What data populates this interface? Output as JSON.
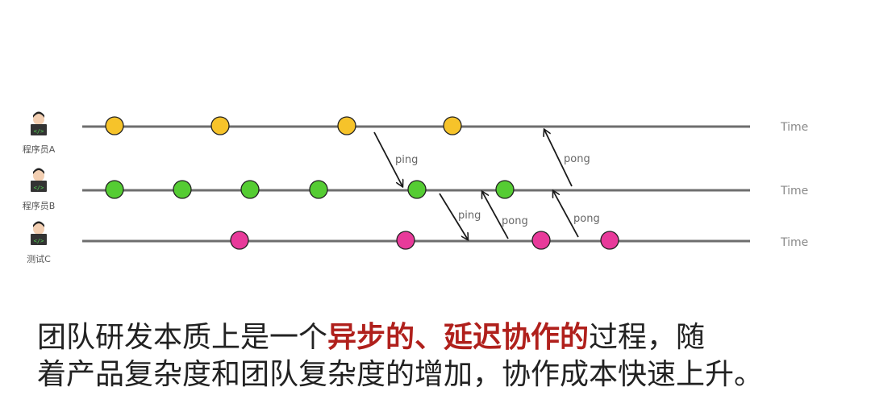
{
  "lanes": [
    {
      "label": "程序员A",
      "time_label": "Time",
      "color": "#f6c32a"
    },
    {
      "label": "程序员B",
      "time_label": "Time",
      "color": "#55cc33"
    },
    {
      "label": "测试C",
      "time_label": "Time",
      "color": "#e83a9a"
    }
  ],
  "messages": [
    {
      "label": "ping"
    },
    {
      "label": "pong"
    },
    {
      "label": "ping"
    },
    {
      "label": "pong"
    },
    {
      "label": "pong"
    }
  ],
  "caption": {
    "part1": "团队研发本质上是一个",
    "highlight": "异步的、延迟协作的",
    "part2": "过程，随",
    "line2": "着产品复杂度和团队复杂度的增加，协作成本快速上升。"
  },
  "colors": {
    "caption_highlight": "#b0201c",
    "line": "#6e6e6e"
  }
}
